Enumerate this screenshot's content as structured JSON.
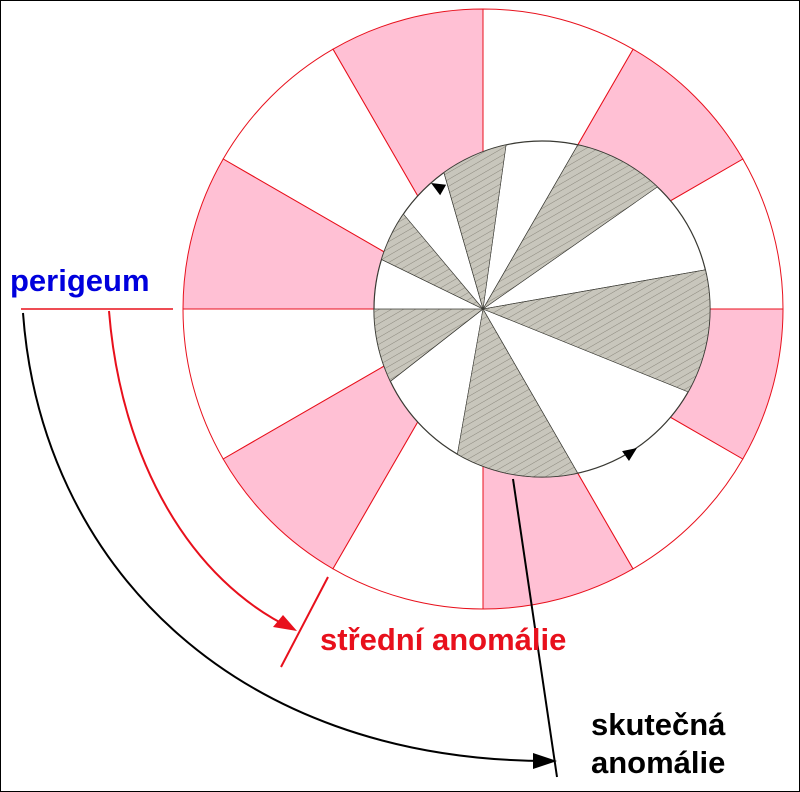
{
  "labels": {
    "perigeum": "perigeum",
    "mean_anomaly": "střední anomálie",
    "true_anomaly_line1": "skutečná",
    "true_anomaly_line2": "anomálie"
  },
  "colors": {
    "pink_sector": "#ffc0d4",
    "red_line": "#e8101c",
    "gray_sector": "#c8c6bc",
    "hatch": "#8a877c",
    "blue_label": "#0000dd",
    "black": "#000000"
  },
  "outer_sectors": 12,
  "inner_sectors": 12
}
